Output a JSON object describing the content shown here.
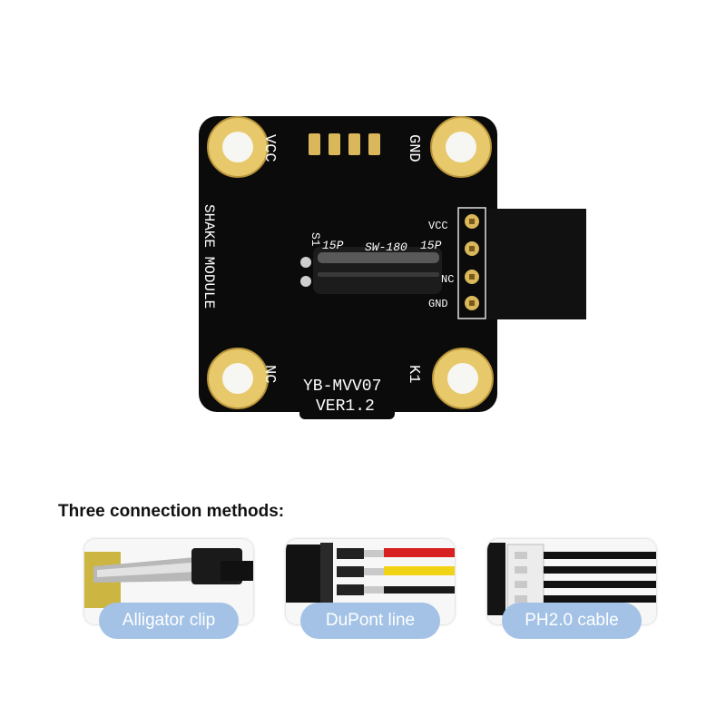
{
  "board": {
    "corner_labels": {
      "top_left": "VCC",
      "top_right": "GND",
      "bottom_left": "NC",
      "bottom_right": "K1"
    },
    "side_label": "SHAKE MODULE",
    "model": "YB-MVV07",
    "version": "VER1.2",
    "component_ref": "S1",
    "component_markings": [
      "15P",
      "SW-180",
      "15P"
    ],
    "header_pins": [
      "VCC",
      "",
      "NC",
      "GND"
    ],
    "colors": {
      "pcb": "#0b0b0b",
      "pad_gold": "#e7c86a",
      "silkscreen": "#ffffff"
    }
  },
  "connection": {
    "heading": "Three connection methods:",
    "methods": [
      {
        "label": "Alligator clip",
        "icon": "alligator-clip-icon"
      },
      {
        "label": "DuPont line",
        "icon": "dupont-line-icon"
      },
      {
        "label": "PH2.0 cable",
        "icon": "ph2-cable-icon"
      }
    ],
    "label_color": "#a3c2e6"
  }
}
